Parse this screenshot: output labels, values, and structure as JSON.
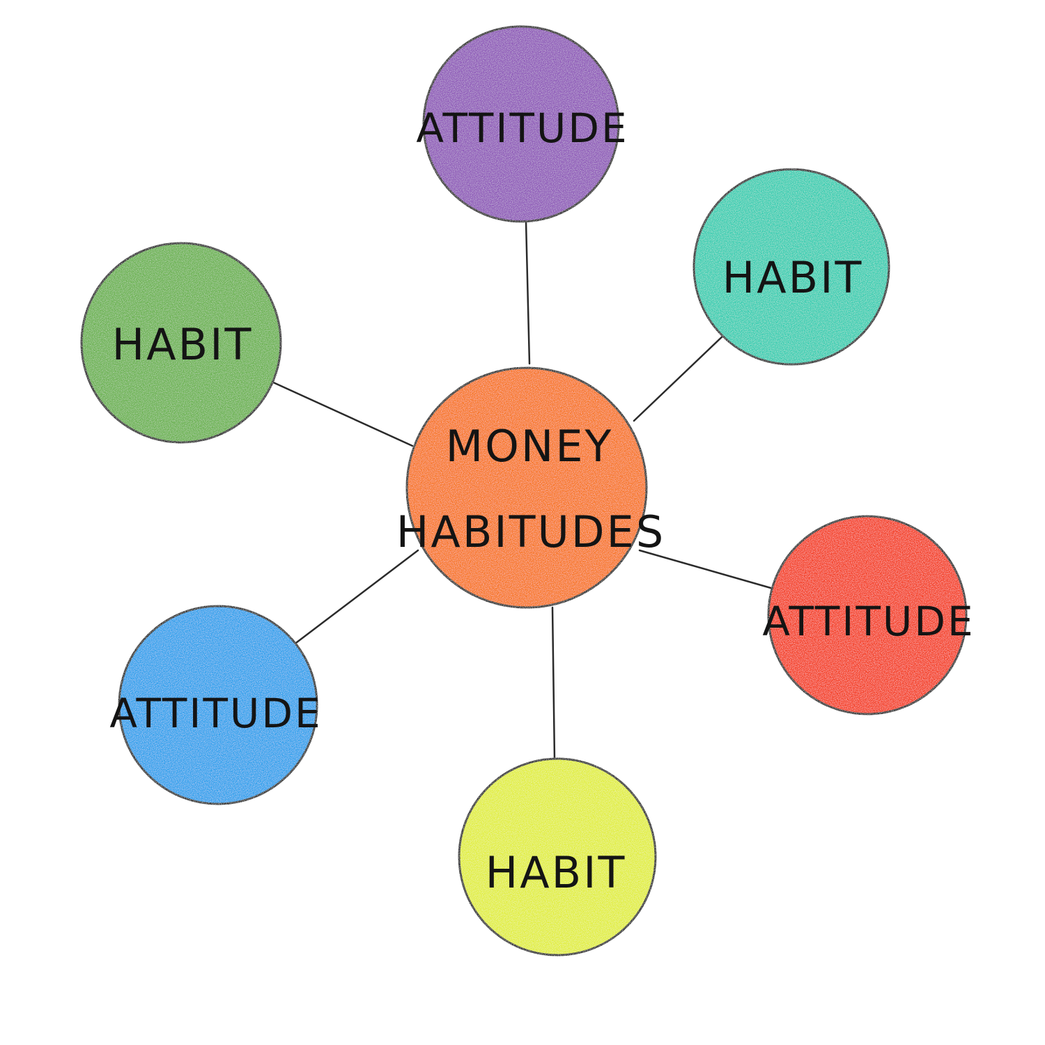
{
  "diagram": {
    "center": {
      "lines": [
        "MONEY",
        "HABITUDES"
      ],
      "color": "#F7751E"
    },
    "nodes": [
      {
        "id": "top",
        "label": "ATTITUDE",
        "color": "#8E58B8"
      },
      {
        "id": "upper-right",
        "label": "HABIT",
        "color": "#36CDB1"
      },
      {
        "id": "upper-left",
        "label": "HABIT",
        "color": "#6AB250"
      },
      {
        "id": "right",
        "label": "ATTITUDE",
        "color": "#F43A1E"
      },
      {
        "id": "lower-left",
        "label": "ATTITUDE",
        "color": "#2AA0EC"
      },
      {
        "id": "bottom",
        "label": "HABIT",
        "color": "#E1EE3A"
      }
    ]
  }
}
